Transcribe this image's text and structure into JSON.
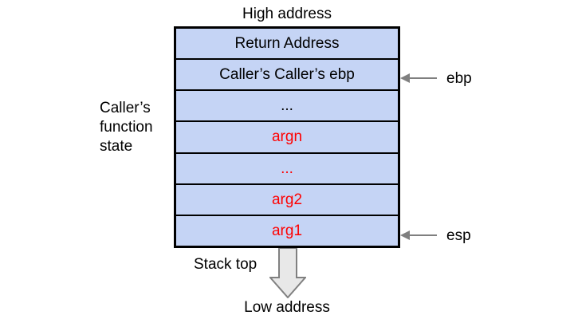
{
  "diagram": {
    "title_top": "High address",
    "title_bottom": "Low address",
    "stack_top_label": "Stack top",
    "group_label": "Caller’s function state",
    "colors": {
      "cell_fill": "#c5d4f5",
      "cell_border": "#000000",
      "arg_text": "#ff0000",
      "normal_text": "#000000",
      "pointer_arrow": "#7f7f7f",
      "down_arrow_fill": "#e8e8e8",
      "down_arrow_stroke": "#808080"
    },
    "rows": [
      {
        "label": "Return Address",
        "style": "normal"
      },
      {
        "label": "Caller’s Caller’s ebp",
        "style": "normal"
      },
      {
        "label": "...",
        "style": "normal"
      },
      {
        "label": "argn",
        "style": "arg"
      },
      {
        "label": "...",
        "style": "arg"
      },
      {
        "label": "arg2",
        "style": "arg"
      },
      {
        "label": "arg1",
        "style": "arg"
      }
    ],
    "pointers": [
      {
        "label": "ebp",
        "target_row": 1
      },
      {
        "label": "esp",
        "target_row": 6
      }
    ]
  }
}
